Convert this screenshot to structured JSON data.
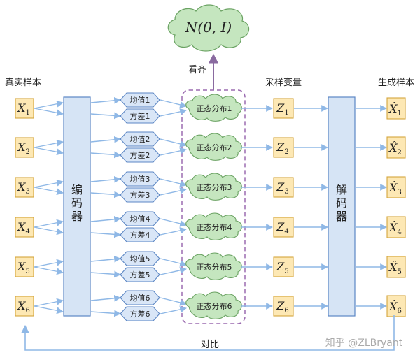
{
  "prior_label": "N(0, I)",
  "align_label": "看齐",
  "headers": {
    "real": "真实样本",
    "sampled": "采样变量",
    "generated": "生成样本"
  },
  "encoder_label": "编码器",
  "decoder_label": "解码器",
  "compare_label": "对比",
  "watermark": "知乎 @ZLBryant",
  "rows": [
    {
      "x": "X",
      "mean": "均值1",
      "var": "方差1",
      "dist": "正态分布1",
      "z": "Z",
      "xhat": "X̂",
      "idx": "1"
    },
    {
      "x": "X",
      "mean": "均值2",
      "var": "方差2",
      "dist": "正态分布2",
      "z": "Z",
      "xhat": "X̂",
      "idx": "2"
    },
    {
      "x": "X",
      "mean": "均值3",
      "var": "方差3",
      "dist": "正态分布3",
      "z": "Z",
      "xhat": "X̂",
      "idx": "3"
    },
    {
      "x": "X",
      "mean": "均值4",
      "var": "方差4",
      "dist": "正态分布4",
      "z": "Z",
      "xhat": "X̂",
      "idx": "4"
    },
    {
      "x": "X",
      "mean": "均值5",
      "var": "方差5",
      "dist": "正态分布5",
      "z": "Z",
      "xhat": "X̂",
      "idx": "5"
    },
    {
      "x": "X",
      "mean": "均值6",
      "var": "方差6",
      "dist": "正态分布6",
      "z": "Z",
      "xhat": "X̂",
      "idx": "6"
    }
  ],
  "colors": {
    "box_fill": "#fde8b4",
    "box_stroke": "#d4a53c",
    "coder_fill": "#d6e4f5",
    "coder_stroke": "#5b86c4",
    "hex_fill": "#d9e6f7",
    "hex_stroke": "#5b86c4",
    "cloud_fill": "#c5e6bf",
    "cloud_stroke": "#6aa262",
    "arrow": "#8fb8e6",
    "dashed": "#9b6bb0",
    "up_arrow": "#8a6aa0"
  }
}
